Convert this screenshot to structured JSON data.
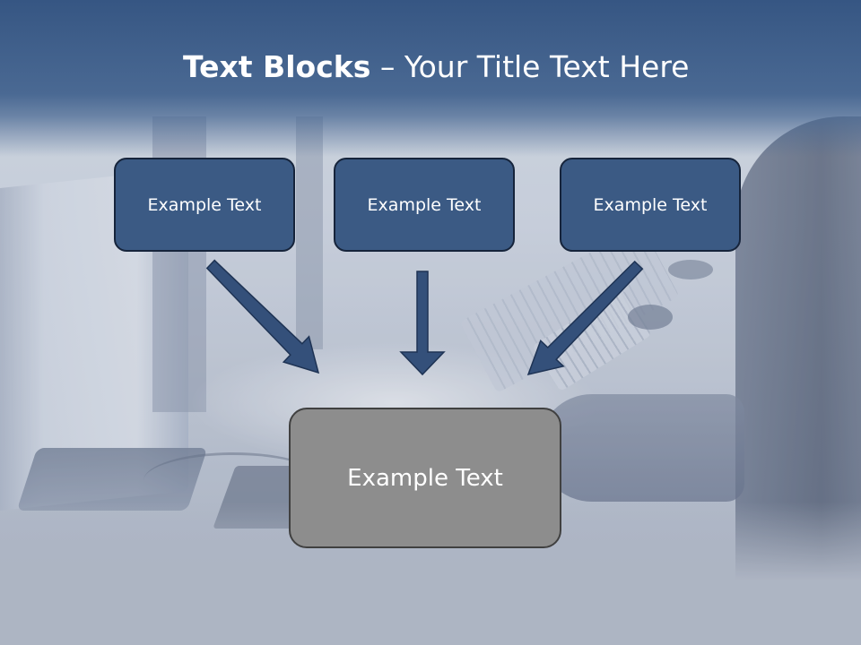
{
  "slide": {
    "title_bold": "Text Blocks",
    "title_rest": " – Your Title Text Here"
  },
  "boxes": {
    "top": [
      {
        "label": "Example Text"
      },
      {
        "label": "Example Text"
      },
      {
        "label": "Example Text"
      }
    ],
    "bottom": {
      "label": "Example Text"
    }
  },
  "colors": {
    "header": "#3f5f8a",
    "box_fill": "#3b5a84",
    "box_border": "#16243b",
    "arrow": "#34507a",
    "bottom_box_fill": "#8d8d8d"
  }
}
